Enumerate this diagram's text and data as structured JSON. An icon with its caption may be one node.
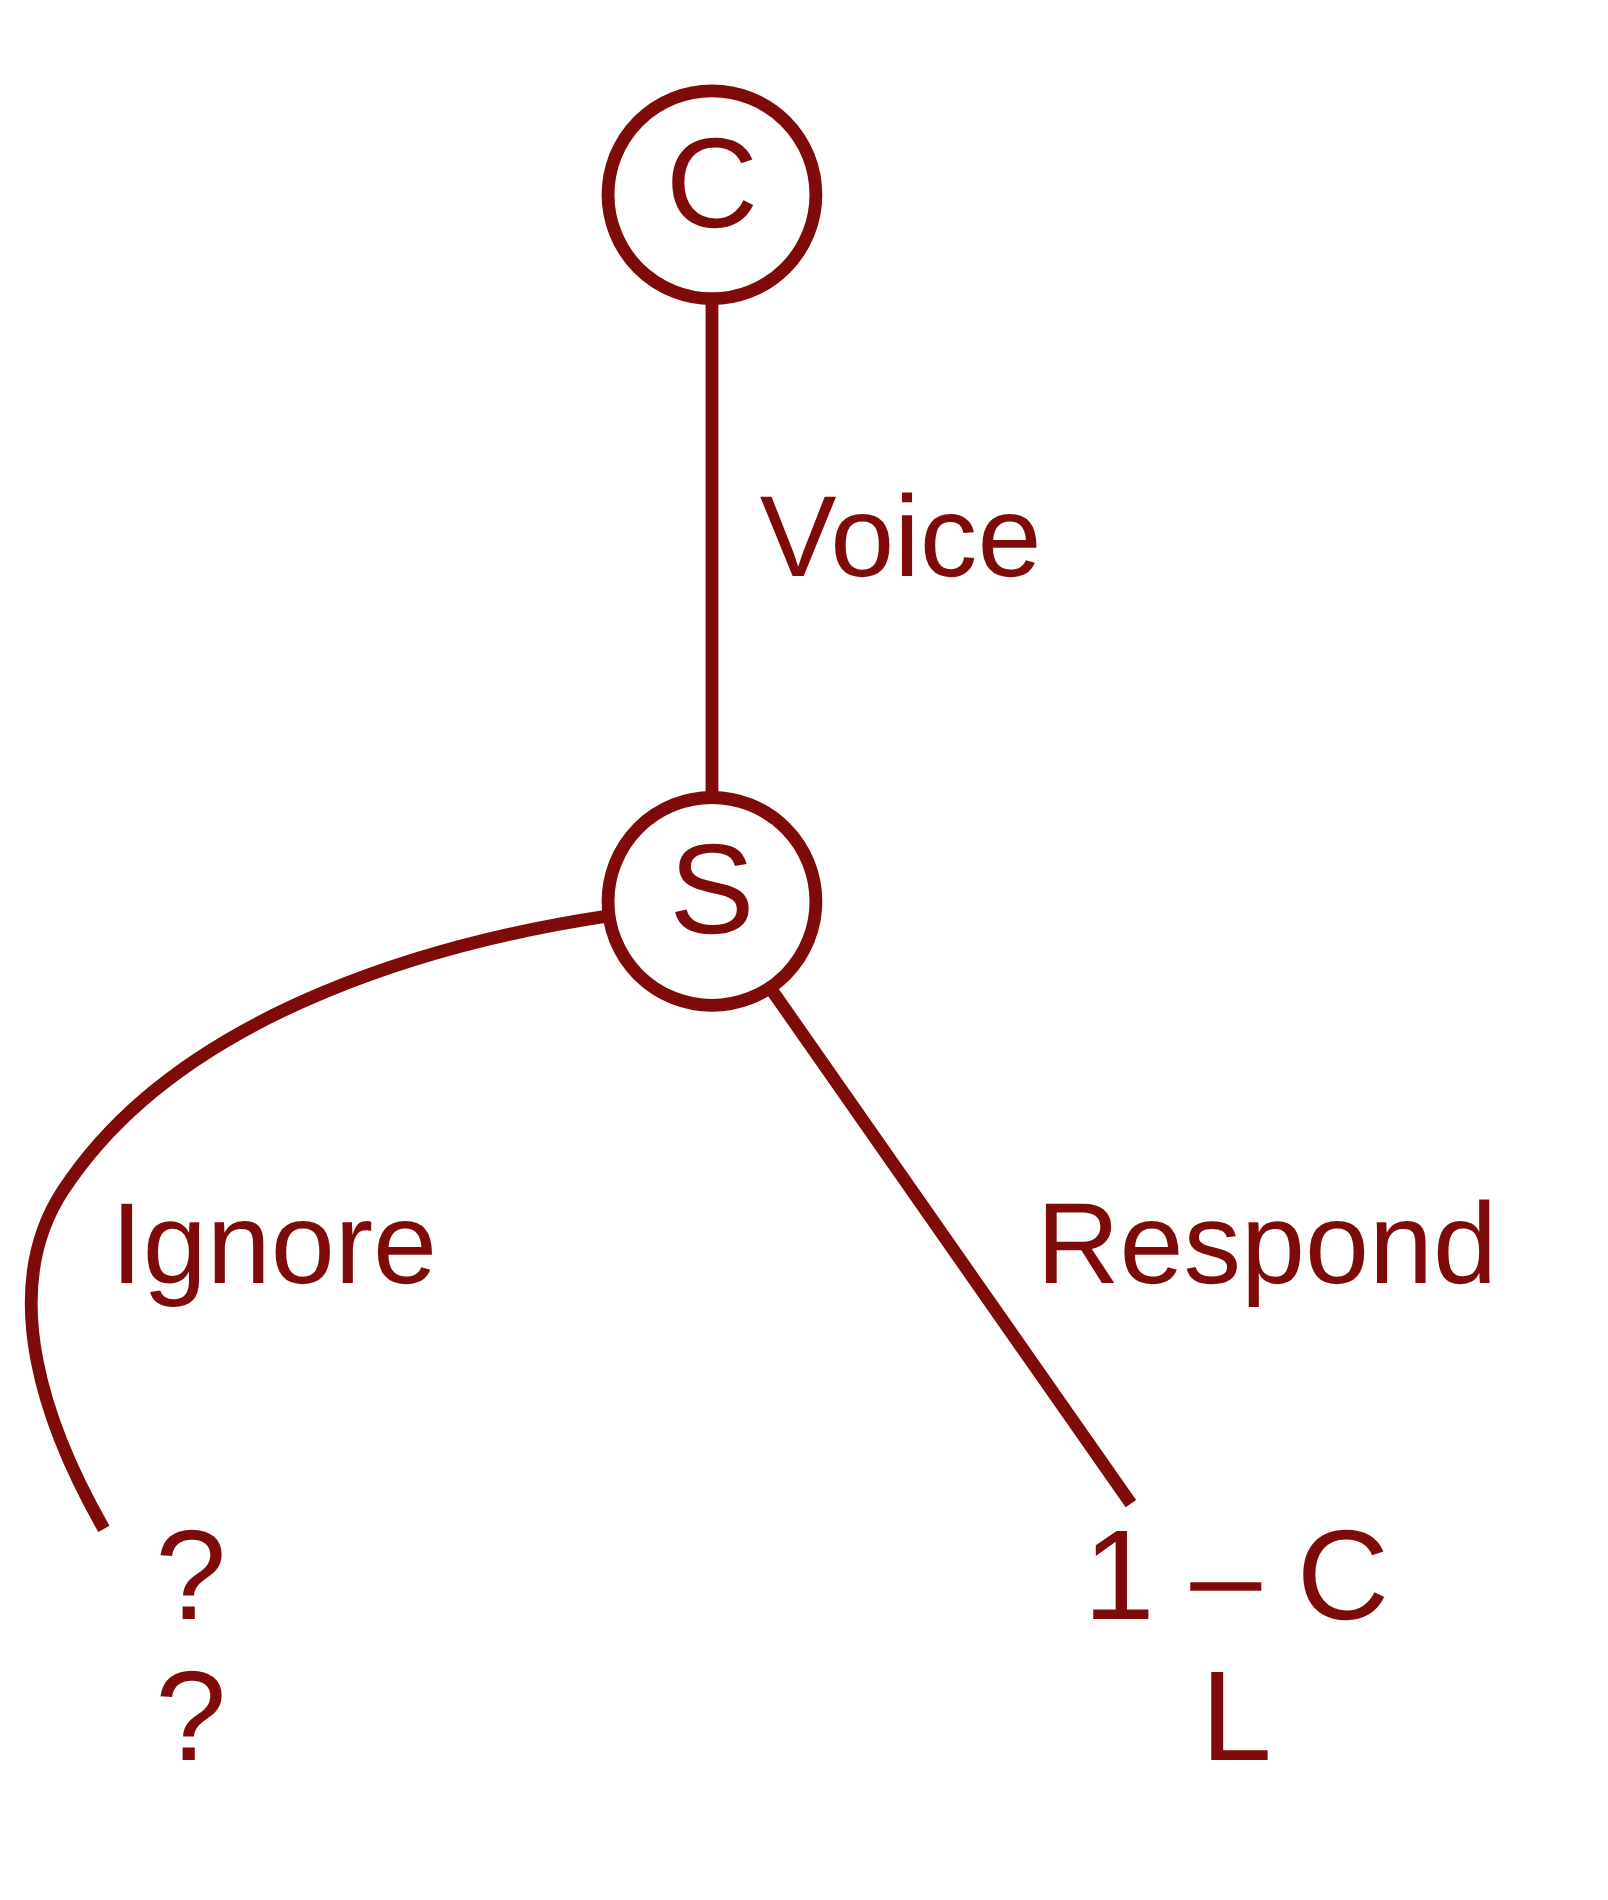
{
  "diagram": {
    "nodes": [
      {
        "text": [
          "C"
        ]
      },
      {
        "text": [
          "S"
        ]
      },
      {
        "text": [
          "?",
          "?"
        ]
      },
      {
        "text": [
          "1 – C",
          "L"
        ]
      }
    ],
    "edges": [
      {
        "from": 0,
        "to": 1,
        "arrow": "none",
        "label": "Voice"
      },
      {
        "from": 1,
        "to": 2,
        "arrow": "none",
        "label": "Ignore"
      },
      {
        "from": 1,
        "to": 3,
        "arrow": "none",
        "label": "Respond"
      }
    ]
  }
}
